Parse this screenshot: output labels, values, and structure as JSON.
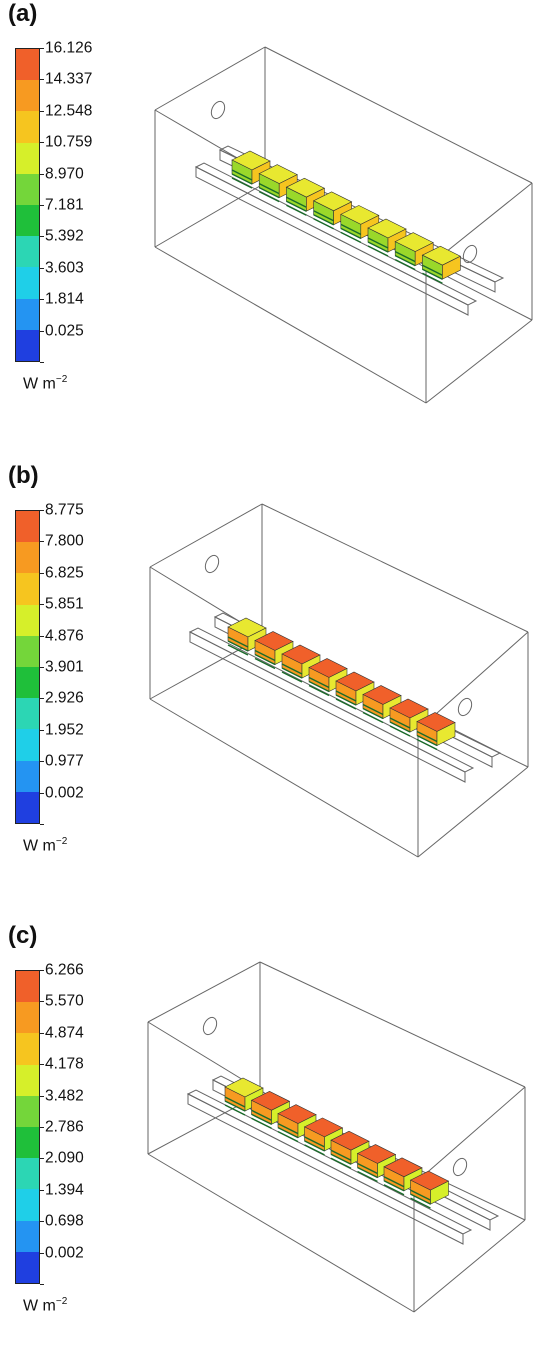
{
  "colors": {
    "scale": [
      "#1f3fe0",
      "#2494f2",
      "#1fcfe8",
      "#2cd6b4",
      "#1fbf3a",
      "#74d63a",
      "#d6ef2a",
      "#f6c51f",
      "#f79a21",
      "#f0602a"
    ],
    "wireframe": "#666666",
    "block_top": "#e8e830",
    "block_side": "#ef5b2a"
  },
  "panels": [
    {
      "label": "(a)",
      "unit_base": "W m",
      "unit_exp": "−2",
      "ticks": [
        "16.126",
        "14.337",
        "12.548",
        "10.759",
        "8.970",
        "7.181",
        "5.392",
        "3.603",
        "1.814",
        "0.025"
      ],
      "block_count": 8
    },
    {
      "label": "(b)",
      "unit_base": "W m",
      "unit_exp": "−2",
      "ticks": [
        "8.775",
        "7.800",
        "6.825",
        "5.851",
        "4.876",
        "3.901",
        "2.926",
        "1.952",
        "0.977",
        "0.002"
      ],
      "block_count": 8
    },
    {
      "label": "(c)",
      "unit_base": "W m",
      "unit_exp": "−2",
      "ticks": [
        "6.266",
        "5.570",
        "4.874",
        "4.178",
        "3.482",
        "2.786",
        "2.090",
        "1.394",
        "0.698",
        "0.002"
      ],
      "block_count": 8
    }
  ]
}
